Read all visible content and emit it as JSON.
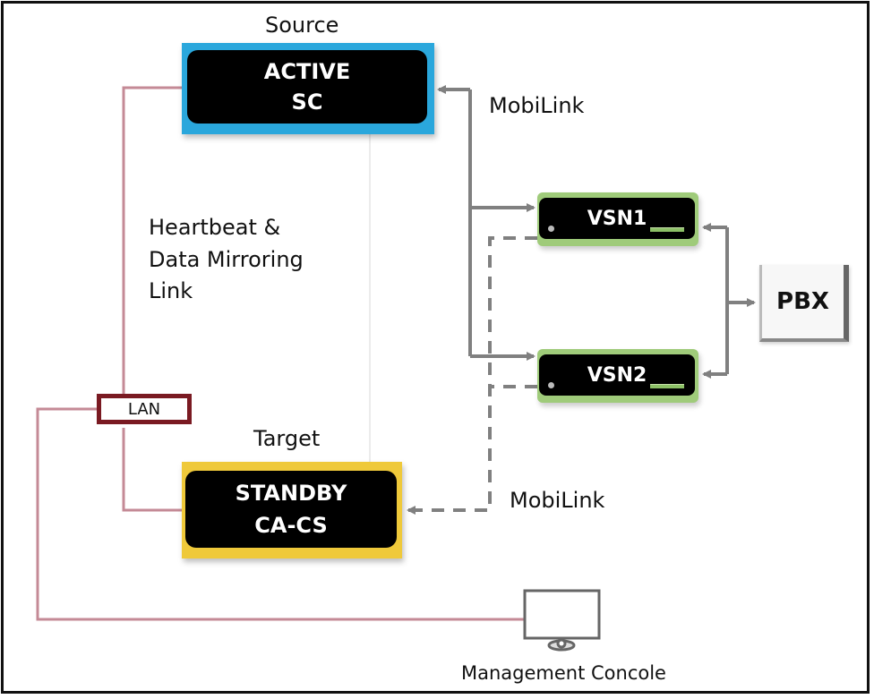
{
  "diagram": {
    "labels": {
      "source": "Source",
      "target": "Target",
      "mobilink_top": "MobiLink",
      "mobilink_bottom": "MobiLink",
      "heartbeat_line1": "Heartbeat &",
      "heartbeat_line2": "Data Mirroring",
      "heartbeat_line3": "Link",
      "management_console": "Management Concole"
    },
    "nodes": {
      "active_sc": {
        "line1": "ACTIVE",
        "line2": "SC",
        "border_color": "#2aa7dc"
      },
      "standby": {
        "line1": "STANDBY",
        "line2": "CA-CS",
        "border_color": "#efc93a"
      },
      "vsn1": {
        "label": "VSN1",
        "border_color": "#9fcb7a"
      },
      "vsn2": {
        "label": "VSN2",
        "border_color": "#9fcb7a"
      },
      "pbx": {
        "label": "PBX"
      },
      "lan": {
        "label": "LAN",
        "border_color": "#7a1a22"
      }
    },
    "link_colors": {
      "lan_link": "#c48a96",
      "mobilink": "#808080"
    }
  }
}
